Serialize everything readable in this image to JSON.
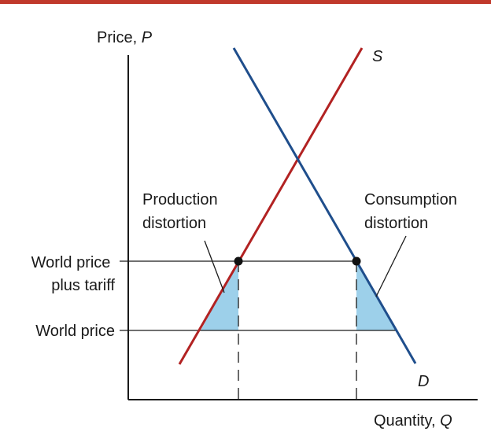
{
  "header": {
    "rule_color": "#c0392b"
  },
  "axes": {
    "y_label": "Price,",
    "y_symbol": "P",
    "x_label": "Quantity,",
    "x_symbol": "Q"
  },
  "curves": {
    "supply": {
      "label": "S",
      "color": "#b22222"
    },
    "demand": {
      "label": "D",
      "color": "#1f4e8c"
    }
  },
  "price_levels": {
    "tariff_line1": "World price",
    "tariff_line2": "plus tariff",
    "world": "World price"
  },
  "areas": {
    "production": {
      "line1": "Production",
      "line2": "distortion"
    },
    "consumption": {
      "line1": "Consumption",
      "line2": "distortion"
    },
    "fill_color": "#9dd0ea"
  }
}
